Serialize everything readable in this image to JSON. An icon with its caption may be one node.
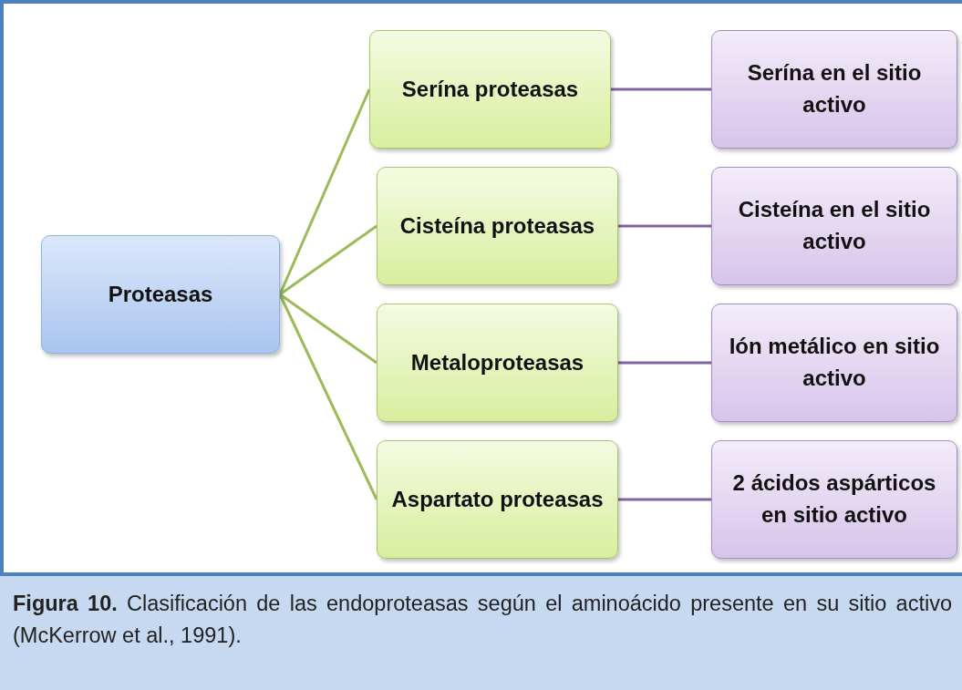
{
  "diagram": {
    "caption": "**Figura 10.** Clasificación de las endoproteasas según el aminoácido presente en su sitio activo (McKerrow et al., 1991).",
    "nodes": [
      {
        "text": [
          "Proteasas"
        ]
      },
      {
        "text": [
          "Serína proteasas"
        ]
      },
      {
        "text": [
          "Cisteína proteasas"
        ]
      },
      {
        "text": [
          "Metaloproteasas"
        ]
      },
      {
        "text": [
          "Aspartato proteasas"
        ]
      },
      {
        "text": [
          "Serína en el sitio activo"
        ]
      },
      {
        "text": [
          "Cisteína en el sitio activo"
        ]
      },
      {
        "text": [
          "Ión metálico en sitio activo"
        ]
      },
      {
        "text": [
          "2 ácidos aspárticos en sitio activo"
        ]
      }
    ],
    "edges": [
      {
        "from": 0,
        "to": 1,
        "arrow": "none",
        "color": "#9bbb59"
      },
      {
        "from": 0,
        "to": 2,
        "arrow": "none",
        "color": "#9bbb59"
      },
      {
        "from": 0,
        "to": 3,
        "arrow": "none",
        "color": "#9bbb59"
      },
      {
        "from": 0,
        "to": 4,
        "arrow": "none",
        "color": "#9bbb59"
      },
      {
        "from": 1,
        "to": 5,
        "arrow": "none",
        "color": "#8064a2"
      },
      {
        "from": 2,
        "to": 6,
        "arrow": "none",
        "color": "#8064a2"
      },
      {
        "from": 3,
        "to": 7,
        "arrow": "none",
        "color": "#8064a2"
      },
      {
        "from": 4,
        "to": 8,
        "arrow": "none",
        "color": "#8064a2"
      }
    ]
  }
}
